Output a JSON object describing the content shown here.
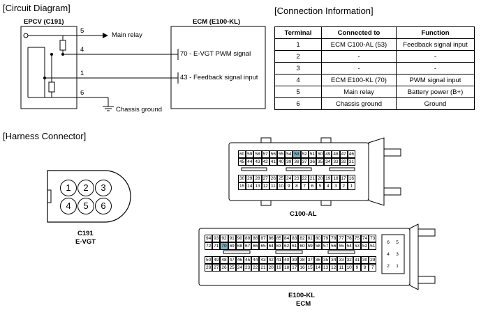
{
  "circuit": {
    "title": "[Circuit Diagram]",
    "epcv_label": "EPCV (C191)",
    "ecm_label": "ECM (E100-KL)",
    "pin5": "5",
    "pin4": "4",
    "pin1": "1",
    "pin6": "6",
    "main_relay": "Main relay",
    "chassis_ground": "Chassis ground",
    "ecm_pin70": "70 - E-VGT PWM signal",
    "ecm_pin43": "43 - Feedback signal input"
  },
  "connection": {
    "title": "[Connection Information]",
    "headers": [
      "Terminal",
      "Connected to",
      "Function"
    ],
    "rows": [
      [
        "1",
        "ECM C100-AL (53)",
        "Feedback signal input"
      ],
      [
        "2",
        "-",
        "-"
      ],
      [
        "3",
        "-",
        "-"
      ],
      [
        "4",
        "ECM E100-KL (70)",
        "PWM signal input"
      ],
      [
        "5",
        "Main relay",
        "Battery power (B+)"
      ],
      [
        "6",
        "Chassis ground",
        "Ground"
      ]
    ]
  },
  "harness": {
    "title": "[Harness Connector]",
    "c191_pins": [
      "1",
      "2",
      "3",
      "4",
      "5",
      "6"
    ],
    "c191_name": "C191",
    "c191_desc": "E-VGT",
    "c100_name": "C100-AL",
    "c100_rows": [
      [
        "60",
        "59",
        "58",
        "57",
        "56",
        "55",
        "54",
        "53",
        "52",
        "51",
        "50",
        "49",
        "48",
        "47",
        "46"
      ],
      [
        "45",
        "44",
        "43",
        "42",
        "41",
        "40",
        "39",
        "38",
        "37",
        "36",
        "35",
        "34",
        "33",
        "32",
        "31"
      ],
      [
        "30",
        "29",
        "28",
        "27",
        "26",
        "25",
        "24",
        "23",
        "22",
        "21",
        "20",
        "19",
        "18",
        "17",
        "16"
      ],
      [
        "15",
        "14",
        "13",
        "12",
        "11",
        "10",
        "9",
        "8",
        "7",
        "6",
        "5",
        "4",
        "3",
        "2",
        "1"
      ]
    ],
    "c100_highlight": "53",
    "e100_name": "E100-KL",
    "e100_desc": "ECM",
    "e100_rows": [
      [
        "94",
        "93",
        "92",
        "91",
        "90",
        "89",
        "88",
        "87",
        "86",
        "85",
        "84",
        "83",
        "82",
        "81",
        "80",
        "79",
        "78",
        "77",
        "76",
        "75",
        "74",
        "73"
      ],
      [
        "72",
        "71",
        "70",
        "69",
        "68",
        "67",
        "66",
        "65",
        "64",
        "63",
        "62",
        "61",
        "60",
        "59",
        "58",
        "57",
        "56",
        "55",
        "54",
        "53",
        "52",
        "51"
      ],
      [
        "50",
        "49",
        "48",
        "47",
        "46",
        "45",
        "44",
        "43",
        "42",
        "41",
        "40",
        "39",
        "38",
        "37",
        "36",
        "35",
        "34",
        "33",
        "32",
        "31",
        "30",
        "29"
      ],
      [
        "28",
        "27",
        "26",
        "25",
        "24",
        "23",
        "22",
        "21",
        "20",
        "19",
        "18",
        "17",
        "16",
        "15",
        "14",
        "13",
        "12",
        "11",
        "10",
        "9",
        "8",
        "7"
      ]
    ],
    "e100_highlight": "70",
    "e100_side": [
      "6",
      "5",
      "4",
      "3",
      "2",
      "1"
    ]
  },
  "colors": {
    "highlight": "#7fb0bf",
    "line": "#000000"
  }
}
